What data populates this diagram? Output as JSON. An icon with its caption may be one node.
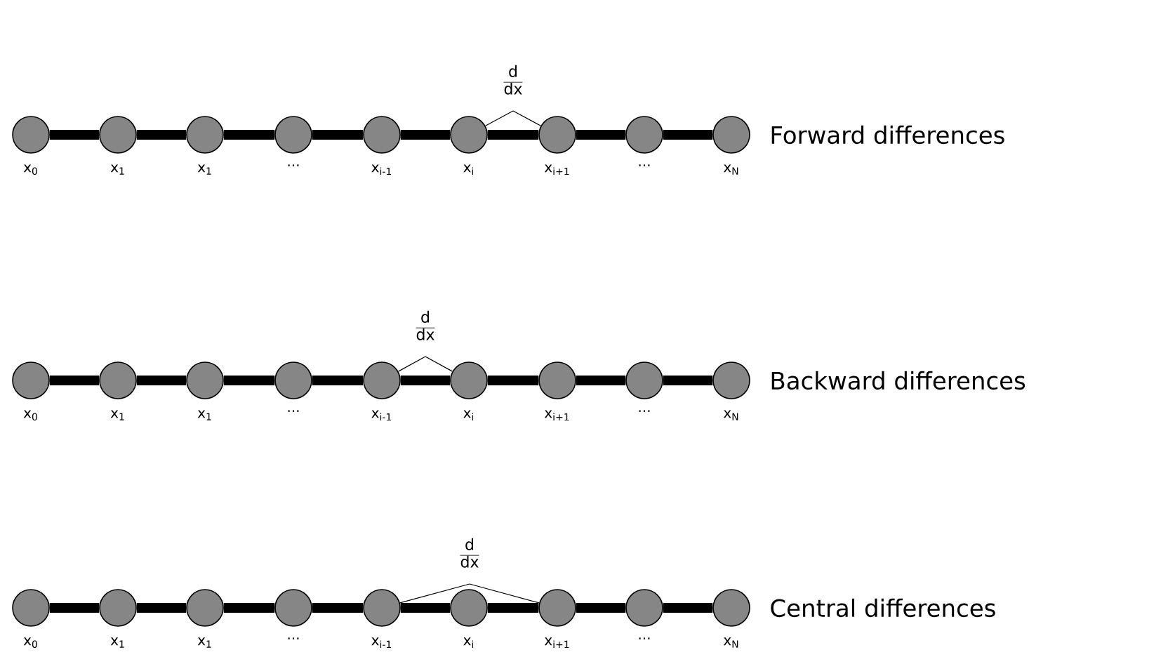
{
  "diagram": {
    "nodes": [
      {
        "text": [
          "d",
          "dx"
        ]
      },
      {
        "text": [],
        "shape": "circle",
        "beside": [
          "x$_{0}$"
        ]
      },
      {
        "text": [],
        "shape": "circle",
        "beside": [
          "x$_{1}$"
        ]
      },
      {
        "text": [],
        "shape": "circle",
        "beside": [
          "x$_{1}$"
        ]
      },
      {
        "text": [],
        "shape": "circle",
        "beside": [
          "..."
        ]
      },
      {
        "text": [],
        "shape": "circle",
        "beside": [
          "x$_{i-1}$"
        ]
      },
      {
        "text": [],
        "shape": "circle",
        "beside": [
          "x$_{i}$"
        ]
      },
      {
        "text": [],
        "shape": "circle",
        "beside": [
          "x$_{i+1}$"
        ]
      },
      {
        "text": [],
        "shape": "circle",
        "beside": [
          "..."
        ]
      },
      {
        "text": [],
        "shape": "circle",
        "beside": [
          "x$_{N}$"
        ]
      },
      {
        "text": [
          "d",
          "dx"
        ]
      },
      {
        "text": [],
        "shape": "circle",
        "beside": [
          "x$_{0}$"
        ]
      },
      {
        "text": [],
        "shape": "circle",
        "beside": [
          "x$_{1}$"
        ]
      },
      {
        "text": [],
        "shape": "circle",
        "beside": [
          "x$_{1}$"
        ]
      },
      {
        "text": [],
        "shape": "circle",
        "beside": [
          "..."
        ]
      },
      {
        "text": [],
        "shape": "circle",
        "beside": [
          "x$_{i-1}$"
        ]
      },
      {
        "text": [],
        "shape": "circle",
        "beside": [
          "x$_{i}$"
        ]
      },
      {
        "text": [],
        "shape": "circle",
        "beside": [
          "x$_{i+1}$"
        ]
      },
      {
        "text": [],
        "shape": "circle",
        "beside": [
          "..."
        ]
      },
      {
        "text": [],
        "shape": "circle",
        "beside": [
          "x$_{N}$"
        ]
      },
      {
        "text": [
          "d",
          "dx"
        ]
      },
      {
        "text": [],
        "shape": "circle",
        "beside": [
          "x$_{0}$"
        ]
      },
      {
        "text": [],
        "shape": "circle",
        "beside": [
          "x$_{1}$"
        ]
      },
      {
        "text": [],
        "shape": "circle",
        "beside": [
          "x$_{1}$"
        ]
      },
      {
        "text": [],
        "shape": "circle",
        "beside": [
          "..."
        ]
      },
      {
        "text": [],
        "shape": "circle",
        "beside": [
          "x$_{i-1}$"
        ]
      },
      {
        "text": [],
        "shape": "circle",
        "beside": [
          "x$_{i}$"
        ]
      },
      {
        "text": [],
        "shape": "circle",
        "beside": [
          "x$_{i+1}$"
        ]
      },
      {
        "text": [],
        "shape": "circle",
        "beside": [
          "..."
        ]
      },
      {
        "text": [],
        "shape": "circle",
        "beside": [
          "x$_{N}$"
        ]
      }
    ],
    "edges": [
      {
        "from": 1,
        "to": 2,
        "arrow": "none"
      },
      {
        "from": 2,
        "to": 3,
        "arrow": "none"
      },
      {
        "from": 3,
        "to": 4,
        "arrow": "none"
      },
      {
        "from": 4,
        "to": 5,
        "arrow": "none"
      },
      {
        "from": 5,
        "to": 6,
        "arrow": "none"
      },
      {
        "from": 6,
        "to": 7,
        "arrow": "none"
      },
      {
        "from": 7,
        "to": 8,
        "arrow": "none"
      },
      {
        "from": 8,
        "to": 9,
        "arrow": "none"
      },
      {
        "from": 0,
        "to": 6,
        "arrow": "none"
      },
      {
        "from": 0,
        "to": 7,
        "arrow": "none"
      },
      {
        "from": 11,
        "to": 12,
        "arrow": "none"
      },
      {
        "from": 12,
        "to": 13,
        "arrow": "none"
      },
      {
        "from": 13,
        "to": 14,
        "arrow": "none"
      },
      {
        "from": 14,
        "to": 15,
        "arrow": "none"
      },
      {
        "from": 15,
        "to": 16,
        "arrow": "none"
      },
      {
        "from": 16,
        "to": 17,
        "arrow": "none"
      },
      {
        "from": 17,
        "to": 18,
        "arrow": "none"
      },
      {
        "from": 18,
        "to": 19,
        "arrow": "none"
      },
      {
        "from": 10,
        "to": 15,
        "arrow": "none"
      },
      {
        "from": 10,
        "to": 16,
        "arrow": "none"
      },
      {
        "from": 21,
        "to": 22,
        "arrow": "none"
      },
      {
        "from": 22,
        "to": 23,
        "arrow": "none"
      },
      {
        "from": 23,
        "to": 24,
        "arrow": "none"
      },
      {
        "from": 24,
        "to": 25,
        "arrow": "none"
      },
      {
        "from": 25,
        "to": 26,
        "arrow": "none"
      },
      {
        "from": 26,
        "to": 27,
        "arrow": "none"
      },
      {
        "from": 27,
        "to": 28,
        "arrow": "none"
      },
      {
        "from": 28,
        "to": 29,
        "arrow": "none"
      },
      {
        "from": 20,
        "to": 25,
        "arrow": "none"
      },
      {
        "from": 20,
        "to": 27,
        "arrow": "none"
      }
    ],
    "labels": [
      "Forward differences",
      "Backward differences",
      "Central differences"
    ]
  }
}
